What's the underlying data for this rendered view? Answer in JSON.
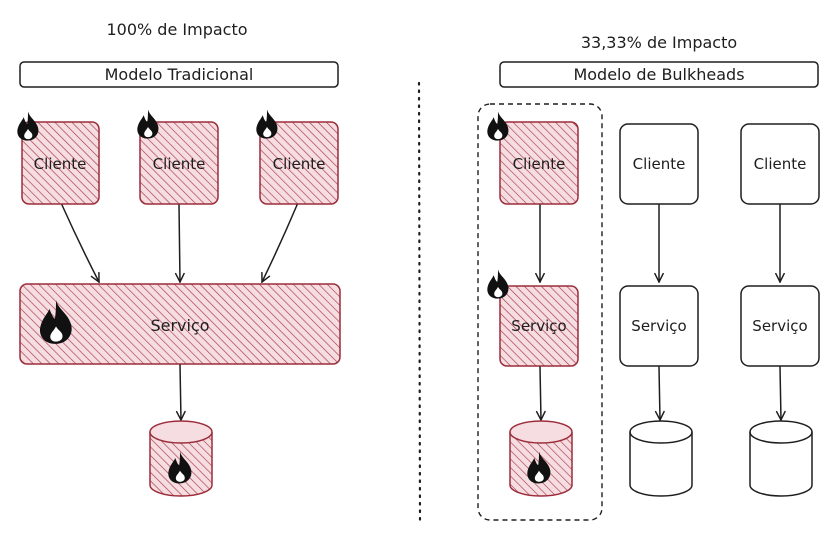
{
  "left": {
    "impact_title": "100% de Impacto",
    "model_label": "Modelo Tradicional",
    "clients": [
      "Cliente",
      "Cliente",
      "Cliente"
    ],
    "service_label": "Serviço"
  },
  "right": {
    "impact_title": "33,33% de Impacto",
    "model_label": "Modelo de Bulkheads",
    "clients": [
      "Cliente",
      "Cliente",
      "Cliente"
    ],
    "services": [
      "Serviço",
      "Serviço",
      "Serviço"
    ]
  },
  "colors": {
    "affected_fill": "#f3c9cf",
    "affected_stroke": "#9b2d3a",
    "hatch": "#a63a48",
    "ink": "#1e1e1e",
    "flame": "#111111"
  },
  "icons": {
    "failure": "flame-icon",
    "database": "database-icon"
  }
}
